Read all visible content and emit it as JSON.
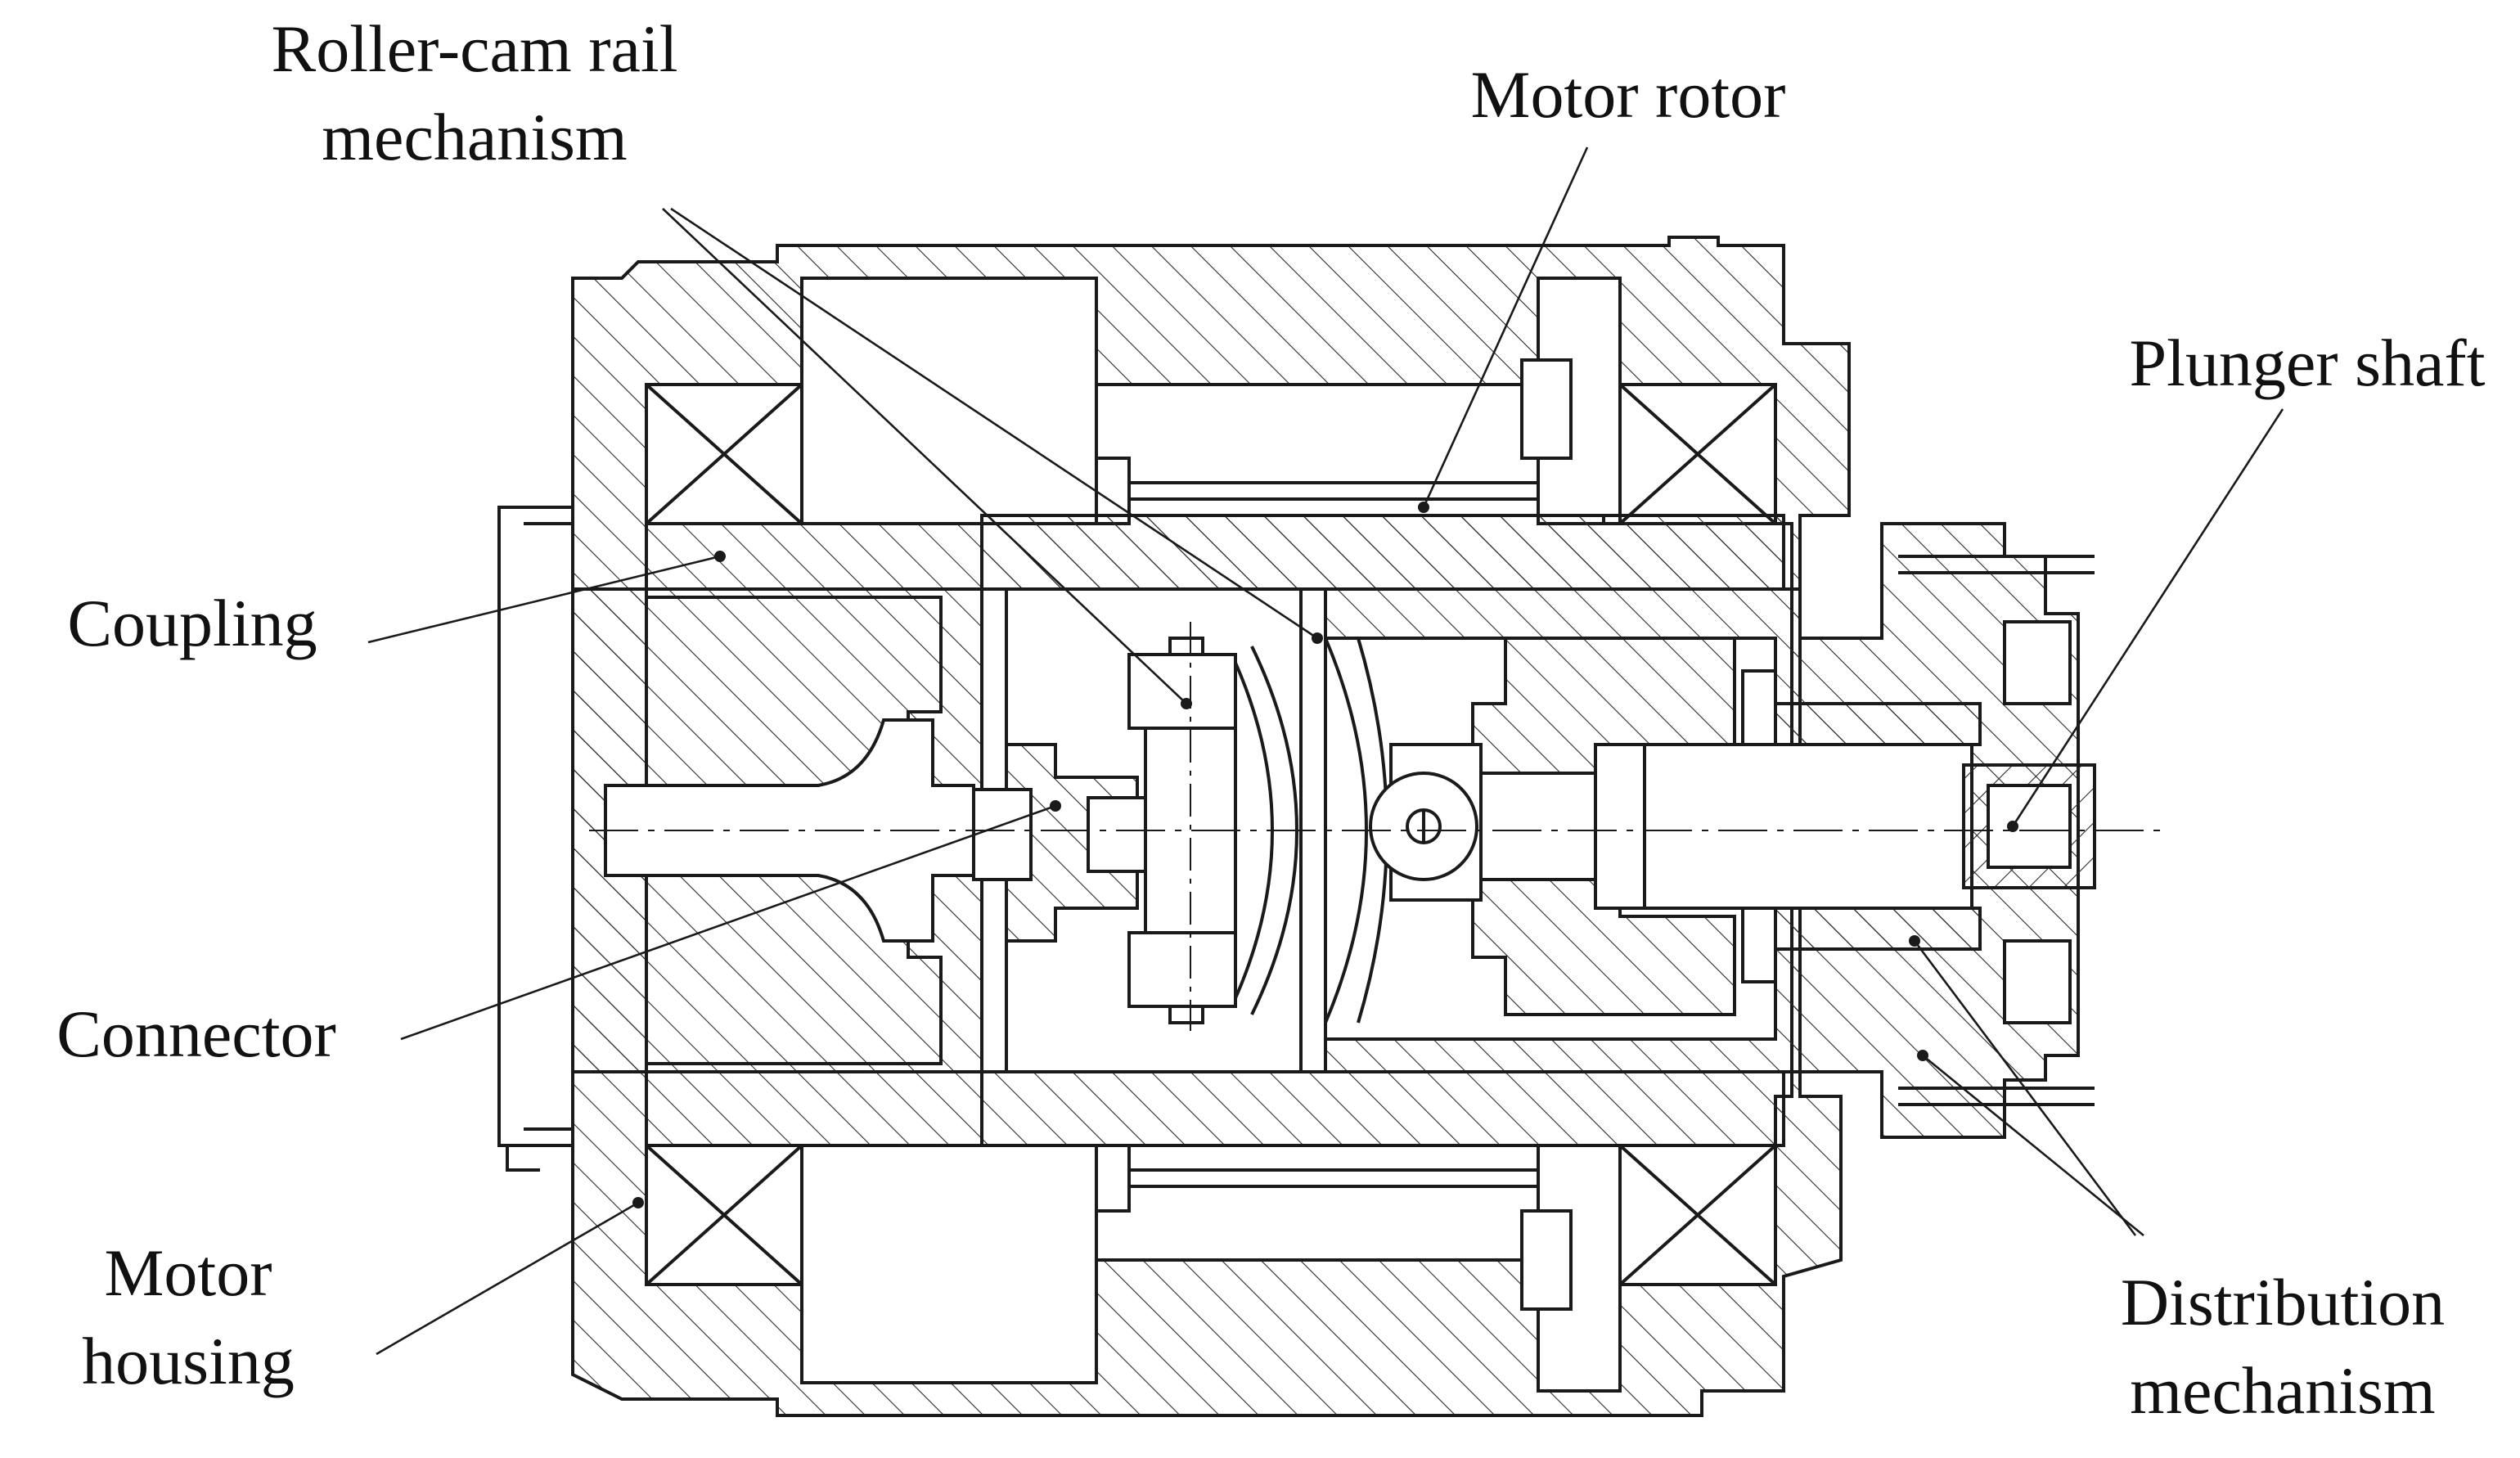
{
  "diagram": {
    "labels": {
      "roller_cam": [
        "Roller-cam rail",
        "mechanism"
      ],
      "motor_rotor": [
        "Motor rotor"
      ],
      "plunger_shaft": [
        "Plunger shaft"
      ],
      "coupling": [
        "Coupling"
      ],
      "connector": [
        "Connector"
      ],
      "motor_housing": [
        "Motor",
        "housing"
      ],
      "distribution": [
        "Distribution",
        "mechanism"
      ]
    },
    "colors": {
      "line": "#1a1a1a",
      "hatch": "#2a2a2a",
      "background": "#ffffff"
    }
  }
}
